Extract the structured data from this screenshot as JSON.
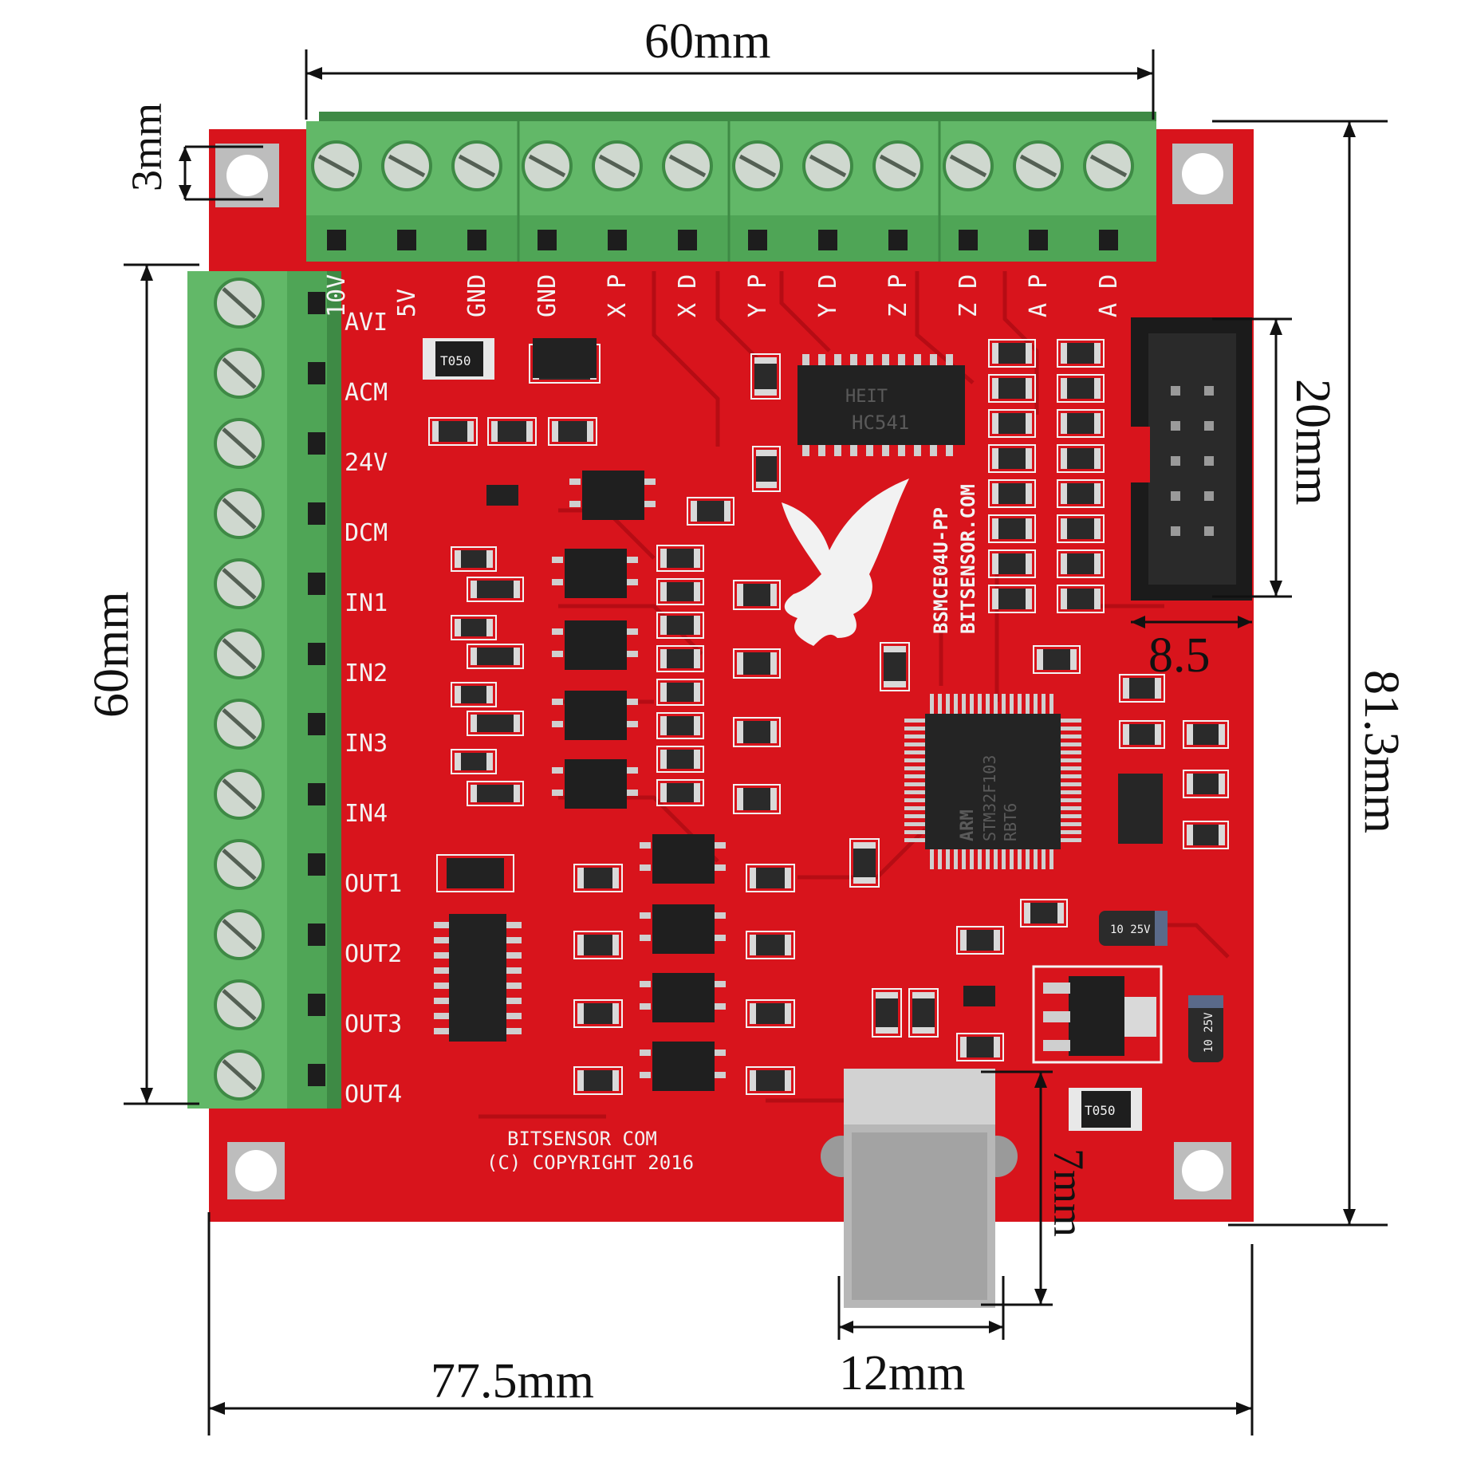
{
  "colors": {
    "pcb": "#d8141c",
    "pcb_dark": "#b30c14",
    "terminal_green": "#62b868",
    "terminal_dark": "#3e8a45",
    "silkscreen": "#f3f3f3",
    "chip": "#222222",
    "dimension_line": "#111111"
  },
  "dimensions": {
    "top_width": "60mm",
    "hole_offset": "3mm",
    "left_height": "60mm",
    "header_height": "20mm",
    "header_width": "8.5",
    "board_height": "81.3mm",
    "usb_height": "7mm",
    "usb_width": "12mm",
    "board_width": "77.5mm"
  },
  "top_terminal_labels": [
    "10V",
    "5V",
    "GND",
    "GND",
    "X P",
    "X D",
    "Y P",
    "Y D",
    "Z P",
    "Z D",
    "A P",
    "A D"
  ],
  "left_terminal_labels": [
    "AVI",
    "ACM",
    "24V",
    "DCM",
    "IN1",
    "IN2",
    "IN3",
    "IN4",
    "OUT1",
    "OUT2",
    "OUT3",
    "OUT4"
  ],
  "chips": {
    "buffer": "HC541",
    "buffer_sub": "HEIT",
    "mcu_line1": "ARM",
    "mcu_line2": "STM32F103",
    "mcu_line3": "RBT6",
    "regulator_cap1": "10 25V",
    "regulator_cap2": "10 25V",
    "fuse1": "T050",
    "fuse2": "T050"
  },
  "board_text": {
    "model": "BSMCE04U-PP",
    "site": "BITSENSOR.COM",
    "footer1": "BITSENSOR COM",
    "footer2": "(C) COPYRIGHT 2016"
  }
}
